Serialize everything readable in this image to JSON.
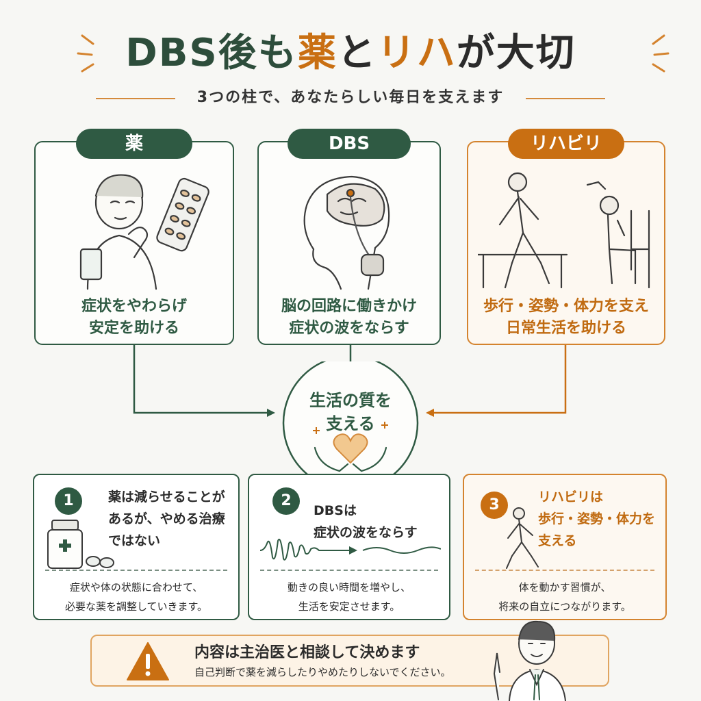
{
  "title": {
    "part1": "DBS後も",
    "part2": "薬",
    "part3": "と",
    "part4": "リハ",
    "part5": "が大切"
  },
  "subtitle": "3つの柱で、あなたらしい毎日を支えます",
  "pillars": [
    {
      "label": "薬",
      "line1": "症状をやわらげ",
      "line2": "安定を助ける"
    },
    {
      "label": "DBS",
      "line1": "脳の回路に働きかけ",
      "line2": "症状の波をならす"
    },
    {
      "label": "リハビリ",
      "line1": "歩行・姿勢・体力を支え",
      "line2": "日常生活を助ける"
    }
  ],
  "center": {
    "line1": "生活の質を",
    "line2": "支える"
  },
  "points": [
    {
      "num": "1",
      "head": [
        "薬は減らせることが",
        "あるが、やめる治療",
        "ではない"
      ],
      "foot": [
        "症状や体の状態に合わせて、",
        "必要な薬を調整していきます。"
      ]
    },
    {
      "num": "2",
      "head": [
        "DBSは",
        "症状の波をならす"
      ],
      "foot": [
        "動きの良い時間を増やし、",
        "生活を安定させます。"
      ]
    },
    {
      "num": "3",
      "head": [
        "リハビリは",
        "歩行・姿勢・体力を",
        "支える"
      ],
      "foot": [
        "体を動かす習慣が、",
        "将来の自立につながります。"
      ]
    }
  ],
  "warning": {
    "title": "内容は主治医と相談して決めます",
    "sub": "自己判断で薬を減らしたりやめたりしないでください。"
  },
  "colors": {
    "green": "#2f5a43",
    "orange": "#c96f12"
  }
}
